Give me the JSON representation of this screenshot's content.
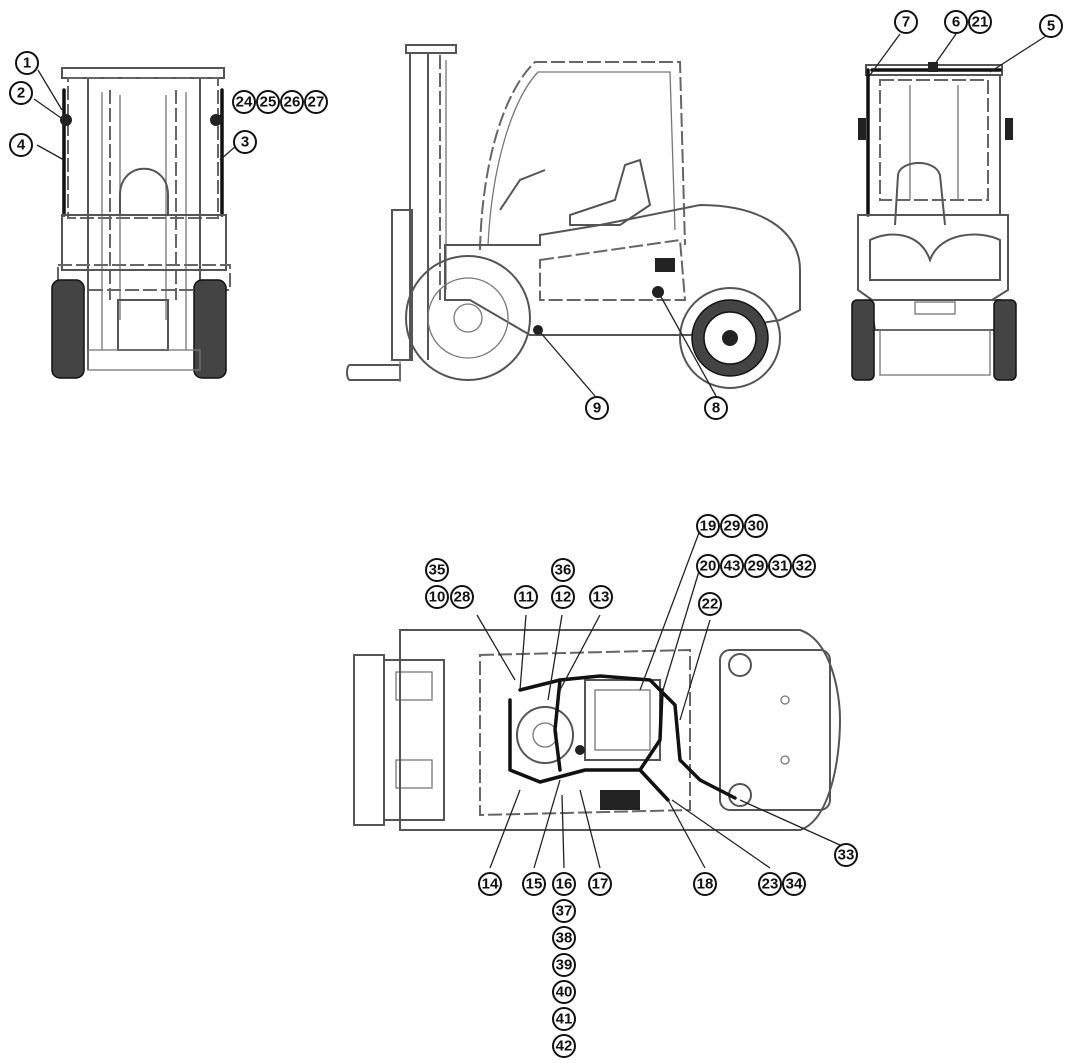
{
  "diagram": {
    "views": [
      {
        "name": "front-view"
      },
      {
        "name": "side-view"
      },
      {
        "name": "rear-view"
      },
      {
        "name": "top-view"
      }
    ],
    "callouts": {
      "c1": "1",
      "c2": "2",
      "c3": "3",
      "c4": "4",
      "c5": "5",
      "c6": "6",
      "c7": "7",
      "c8": "8",
      "c9": "9",
      "c10": "10",
      "c11": "11",
      "c12": "12",
      "c13": "13",
      "c14": "14",
      "c15": "15",
      "c16": "16",
      "c17": "17",
      "c18": "18",
      "c19": "19",
      "c20": "20",
      "c21": "21",
      "c22": "22",
      "c23": "23",
      "c24": "24",
      "c25": "25",
      "c26": "26",
      "c27": "27",
      "c28": "28",
      "c29a": "29",
      "c29b": "29",
      "c30": "30",
      "c31": "31",
      "c32": "32",
      "c33": "33",
      "c34": "34",
      "c35": "35",
      "c36": "36",
      "c37": "37",
      "c38": "38",
      "c39": "39",
      "c40": "40",
      "c41": "41",
      "c42": "42",
      "c43": "43"
    }
  }
}
